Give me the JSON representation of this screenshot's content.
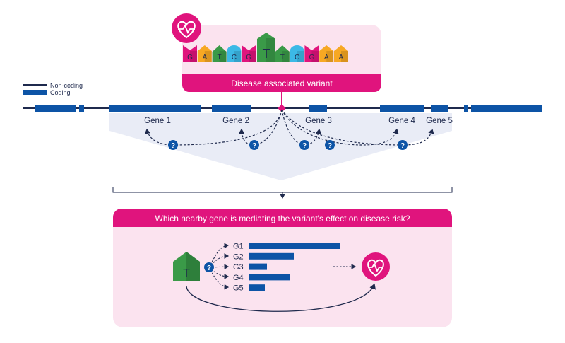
{
  "legend": {
    "noncoding": "Non-coding",
    "coding": "Coding"
  },
  "variant": {
    "sequence": [
      "G",
      "A",
      "T",
      "C",
      "G",
      "T",
      "T",
      "C",
      "G",
      "A",
      "A"
    ],
    "label": "Disease associated variant",
    "icon": "heart-pulse-icon"
  },
  "genes": [
    "Gene 1",
    "Gene 2",
    "Gene 3",
    "Gene 4",
    "Gene 5"
  ],
  "question_mark": "?",
  "panel": {
    "question": "Which nearby gene is mediating the variant's effect on disease risk?",
    "variant_base": "T",
    "bar_labels": [
      "G1",
      "G2",
      "G3",
      "G4",
      "G5"
    ],
    "bar_values": [
      1.0,
      0.49,
      0.2,
      0.45,
      0.18
    ],
    "icon": "heart-pulse-icon"
  },
  "colors": {
    "magenta": "#e0147d",
    "navy": "#1f2a4d",
    "blue": "#0d54a6",
    "pink_bg": "#fbe3ef",
    "cone": "#e9ecf6",
    "G": "#e0147d",
    "A": "#f7a823",
    "T": "#3a9a48",
    "C": "#3cb9e6"
  }
}
